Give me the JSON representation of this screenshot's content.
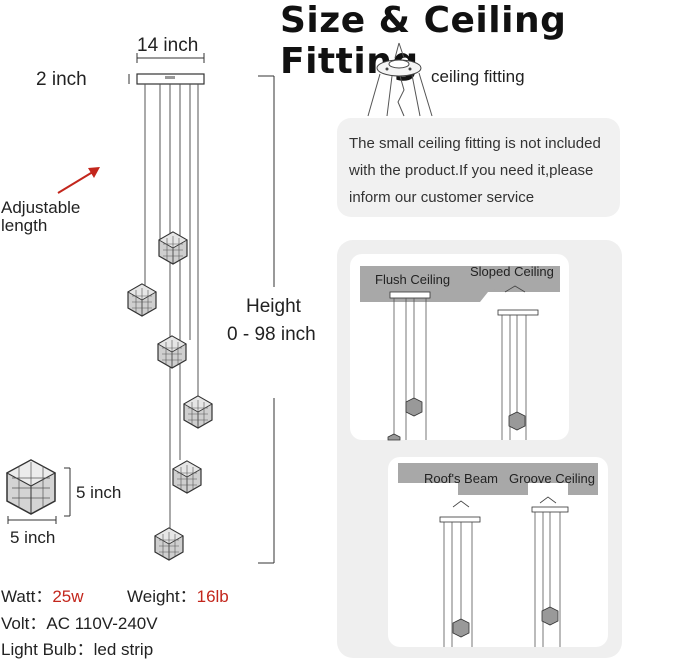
{
  "title": "Size & Ceiling Fitting",
  "dimensions": {
    "width": "14 inch",
    "canopy_height": "2 inch",
    "adjustable": [
      "Adjustable",
      "length"
    ],
    "height_label": "Height",
    "height_range": "0 - 98 inch",
    "shade_height": "5 inch",
    "shade_width": "5 inch"
  },
  "fitting": {
    "label": "ceiling fitting",
    "note": "The small ceiling fitting is not included with the product.If you need it,please inform our customer service"
  },
  "ceiling_types": {
    "flush": "Flush Ceiling",
    "sloped": "Sloped Ceiling",
    "beam": "Roof's Beam",
    "groove": "Groove Ceiling"
  },
  "specs": {
    "watt_label": "Watt：",
    "watt_value": "25w",
    "weight_label": "Weight：",
    "weight_value": "16lb",
    "volt_label": "Volt：",
    "volt_value": "AC 110V-240V",
    "bulb_label": "Light Bulb：",
    "bulb_value": "led strip"
  },
  "colors": {
    "accent_red": "#c3261c",
    "panel_gray": "#efefef",
    "ceiling_gray": "#a8a8a8"
  }
}
